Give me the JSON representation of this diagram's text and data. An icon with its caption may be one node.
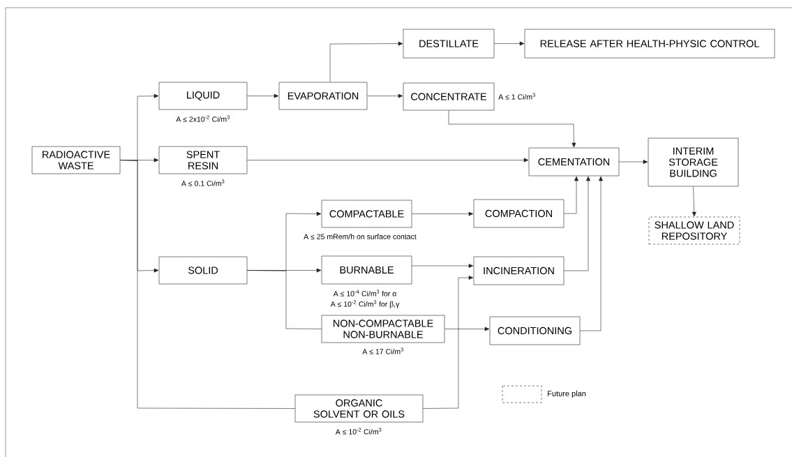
{
  "diagram": {
    "nodes": [
      {
        "text": [
          "RADIOACTIVE WASTE"
        ]
      },
      {
        "text": [
          "LIQUID"
        ],
        "beside": [
          "A ≤ 2x10$^{-2}$ Ci/m$^{3}$"
        ]
      },
      {
        "text": [
          "SPENT RESIN"
        ],
        "beside": [
          "A ≤ 0.1 Ci/m$^{3}$"
        ]
      },
      {
        "text": [
          "SOLID"
        ]
      },
      {
        "text": [
          "EVAPORATION"
        ]
      },
      {
        "text": [
          "DESTILLATE"
        ]
      },
      {
        "text": [
          "RELEASE AFTER HEALTH-PHYSIC CONTROL"
        ]
      },
      {
        "text": [
          "CONCENTRATE"
        ],
        "beside": [
          "A ≤ 1 Ci/m$^{3}$"
        ]
      },
      {
        "text": [
          "CEMENTATION"
        ]
      },
      {
        "text": [
          "INTERIM STORAGE BUILDING"
        ]
      },
      {
        "text": [
          "SHALLOW LAND REPOSITORY"
        ]
      },
      {
        "text": [
          "COMPACTABLE"
        ],
        "beside": [
          "A ≤ 25 mRem/h on surface contact"
        ]
      },
      {
        "text": [
          "COMPACTION"
        ]
      },
      {
        "text": [
          "BURNABLE"
        ],
        "beside": [
          "A ≤ 10$^{-4}$ Ci/m$^{3}$ for α",
          "A ≤ 10$^{-2}$ Ci/m$^{3}$ for β,γ"
        ]
      },
      {
        "text": [
          "INCINERATION"
        ]
      },
      {
        "text": [
          "NON-COMPACTABLE NON-BURNABLE"
        ],
        "beside": [
          "A ≤ 17 Ci/m$^{3}$"
        ]
      },
      {
        "text": [
          "CONDITIONING"
        ]
      },
      {
        "text": [
          "ORGANIC SOLVENT OR OILS"
        ],
        "beside": [
          "A ≤ 10$^{-2}$ Ci/m$^{3}$"
        ]
      }
    ],
    "edges": [
      {
        "from": 0,
        "to": 1,
        "arrow": "to"
      },
      {
        "from": 0,
        "to": 2,
        "arrow": "to"
      },
      {
        "from": 0,
        "to": 3,
        "arrow": "to"
      },
      {
        "from": 0,
        "to": 17,
        "arrow": "none"
      },
      {
        "from": 1,
        "to": 4,
        "arrow": "to"
      },
      {
        "from": 4,
        "to": 5,
        "arrow": "to"
      },
      {
        "from": 4,
        "to": 7,
        "arrow": "to"
      },
      {
        "from": 5,
        "to": 6,
        "arrow": "to"
      },
      {
        "from": 7,
        "to": 8,
        "arrow": "to"
      },
      {
        "from": 2,
        "to": 8,
        "arrow": "to"
      },
      {
        "from": 8,
        "to": 9,
        "arrow": "to"
      },
      {
        "from": 9,
        "to": 10,
        "arrow": "to"
      },
      {
        "from": 3,
        "to": 11,
        "arrow": "to"
      },
      {
        "from": 3,
        "to": 13,
        "arrow": "to"
      },
      {
        "from": 3,
        "to": 15,
        "arrow": "none"
      },
      {
        "from": 11,
        "to": 12,
        "arrow": "to"
      },
      {
        "from": 12,
        "to": 8,
        "arrow": "to"
      },
      {
        "from": 13,
        "to": 14,
        "arrow": "to"
      },
      {
        "from": 14,
        "to": 8,
        "arrow": "to"
      },
      {
        "from": 15,
        "to": 16,
        "arrow": "to"
      },
      {
        "from": 16,
        "to": 8,
        "arrow": "to"
      },
      {
        "from": 17,
        "to": 14,
        "arrow": "to"
      }
    ],
    "legend": [
      {
        "text": "Future plan"
      }
    ]
  }
}
